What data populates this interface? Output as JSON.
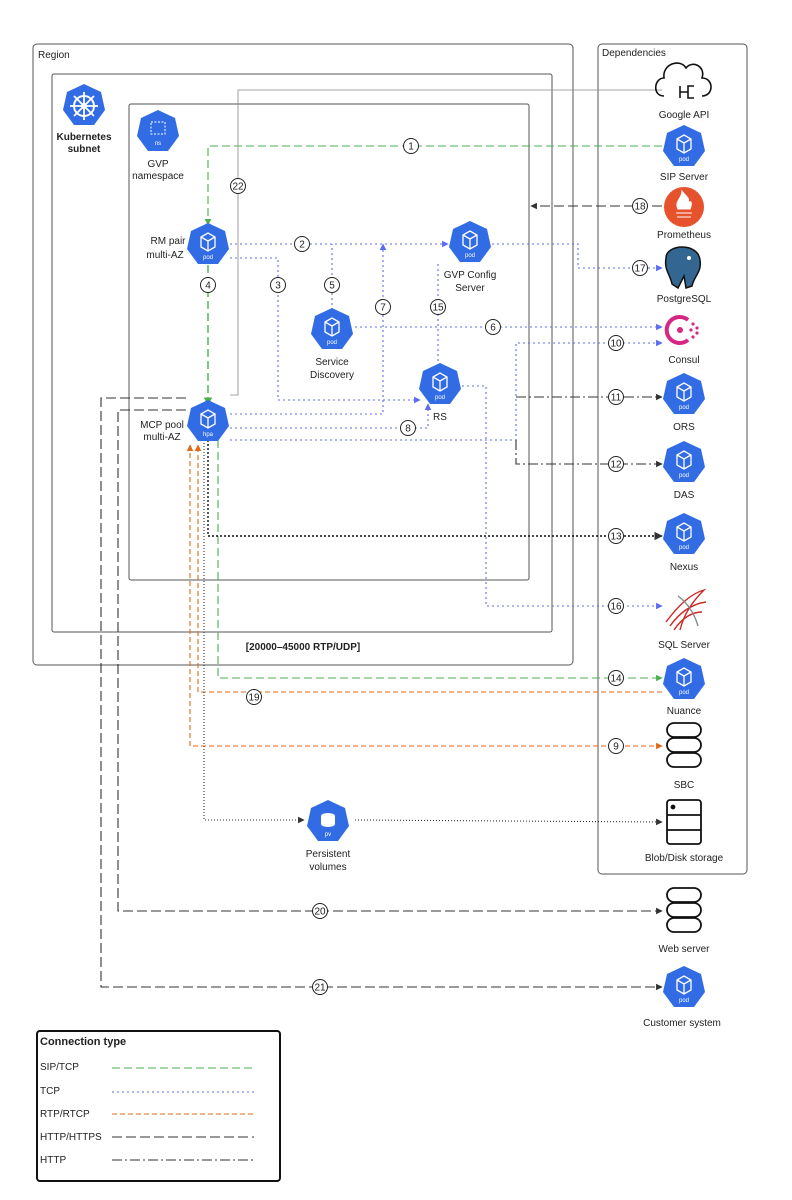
{
  "boxes": {
    "region": "Region",
    "dependencies": "Dependencies",
    "kubernetes": [
      "Kubernetes",
      "subnet"
    ],
    "namespace": [
      "GVP",
      "namespace"
    ],
    "rtp_range": "[20000–45000 RTP/UDP]"
  },
  "pods": {
    "ns_label": "ns",
    "pod_label": "pod",
    "hpa_label": "hpa",
    "pv_label": "pv",
    "rm": [
      "RM pair",
      "multi-AZ"
    ],
    "mcp": [
      "MCP pool",
      "multi-AZ"
    ],
    "gvp_config": [
      "GVP Config",
      "Server"
    ],
    "service_discovery": [
      "Service",
      "Discovery"
    ],
    "rs": "RS",
    "persistent": [
      "Persistent",
      "volumes"
    ]
  },
  "deps": {
    "google_api": "Google API",
    "sip_server": "SIP Server",
    "prometheus": "Prometheus",
    "postgresql": "PostgreSQL",
    "consul": "Consul",
    "ors": "ORS",
    "das": "DAS",
    "nexus": "Nexus",
    "sql_server": "SQL Server",
    "nuance": "Nuance",
    "sbc": "SBC",
    "blob": "Blob/Disk storage",
    "web_server": "Web server",
    "customer": "Customer system"
  },
  "numbers": [
    "1",
    "2",
    "3",
    "4",
    "5",
    "6",
    "7",
    "8",
    "9",
    "10",
    "11",
    "12",
    "13",
    "14",
    "15",
    "16",
    "17",
    "18",
    "19",
    "20",
    "21",
    "22"
  ],
  "legend": {
    "title": "Connection type",
    "items": [
      "SIP/TCP",
      "TCP",
      "RTP/RTCP",
      "HTTP/HTTPS",
      "HTTP"
    ]
  },
  "colors": {
    "sip": "#4caf50",
    "tcp": "#5c6bf0",
    "rtp": "#e06a1a",
    "http": "#333333",
    "pod": "#326ce5",
    "prometheus": "#e6522c",
    "consul": "#d62783",
    "sql": "#cc2927"
  }
}
